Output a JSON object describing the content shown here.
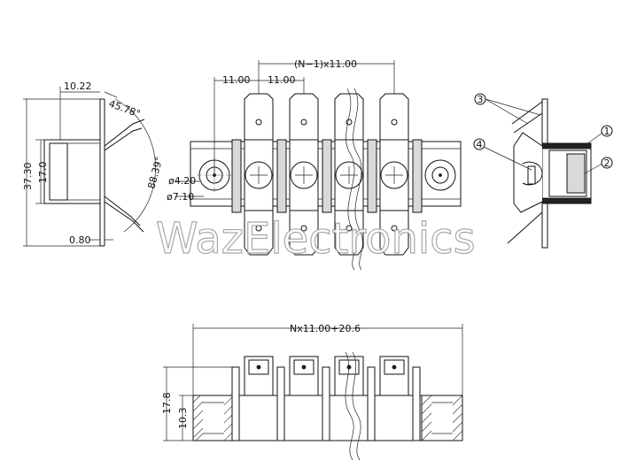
{
  "dimensions": {
    "pitch_span": "(N−1)x11.00",
    "pitch_1": "11.00",
    "pitch_2": "11.00",
    "hole_small": "ø4.20",
    "hole_large": "ø7.10",
    "depth_top": "10.22",
    "angle": "45.78°",
    "height_total": "37.30",
    "height_inner": "17.0",
    "arc_radius": "88.39°",
    "plate_thickness": "0.80",
    "overall_length": "Nx11.00+20.6",
    "front_height": "17.8",
    "front_base_height": "10.3"
  },
  "callouts": {
    "c1": "1",
    "c2": "2",
    "c3": "3",
    "c4": "4"
  },
  "watermark": "WazElectronics"
}
